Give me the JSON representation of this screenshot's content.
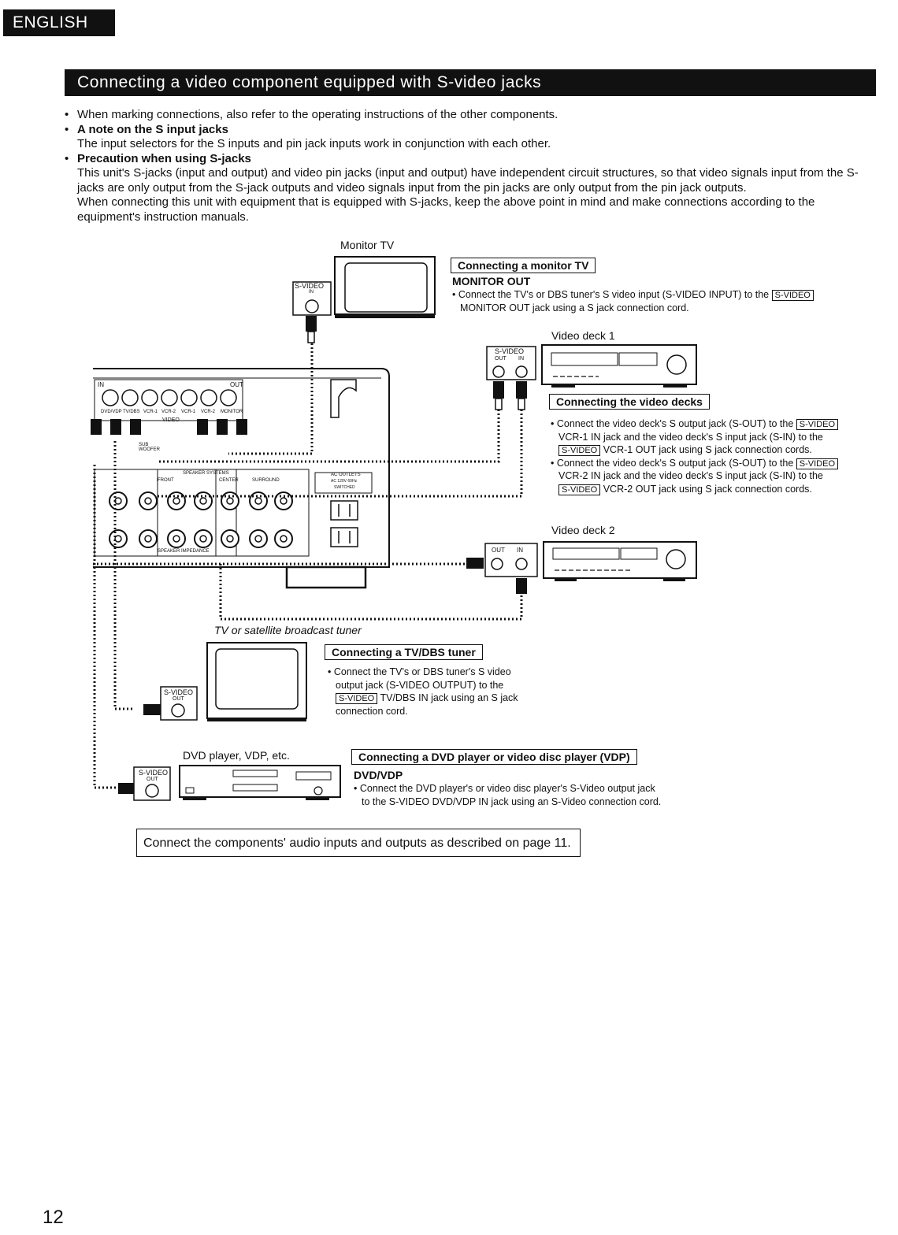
{
  "language_tab": "ENGLISH",
  "section_title": "Connecting a video component equipped with S-video jacks",
  "intro": {
    "bullet1": "When marking connections, also refer to the operating instructions of the other components.",
    "bullet2_head": "A note on the S input jacks",
    "bullet2_text": "The input selectors for the S inputs and pin jack inputs work in conjunction with each other.",
    "bullet3_head": "Precaution when using S-jacks",
    "bullet3_text1": "This unit's S-jacks (input and output) and video pin jacks (input and output) have independent circuit structures, so that video signals input from the S-jacks are only output from the S-jack outputs and video signals input from the pin jacks are only output from the pin jack outputs.",
    "bullet3_text2": "When connecting this unit with equipment that is equipped with S-jacks, keep the above point in mind and make connections according to the equipment's instruction manuals."
  },
  "monitor": {
    "device_label": "Monitor TV",
    "jack_tag": "S-VIDEO",
    "jack_sub": "IN",
    "box_title": "Connecting a monitor TV",
    "heading": "MONITOR OUT",
    "text_a": "• Connect the TV's or DBS tuner's S video input (S-VIDEO INPUT) to the",
    "tag": "S-VIDEO",
    "text_b": "MONITOR OUT jack using a S jack connection cord."
  },
  "deck1": {
    "device_label": "Video deck 1",
    "jack_tag": "S-VIDEO",
    "jack_out": "OUT",
    "jack_in": "IN"
  },
  "decks": {
    "box_title": "Connecting the video decks",
    "b1_a": "• Connect the video deck's S output jack (S-OUT) to the",
    "tag": "S-VIDEO",
    "b1_b": "VCR-1 IN jack and the video deck's S input jack (S-IN) to the",
    "b1_c": "VCR-1 OUT jack using S jack connection cords.",
    "b2_a": "• Connect the video deck's S output jack (S-OUT) to the",
    "b2_b": "VCR-2 IN jack and the video deck's S input jack (S-IN) to the",
    "b2_c": "VCR-2 OUT jack using S jack connection cords."
  },
  "deck2": {
    "device_label": "Video deck 2",
    "jack_out": "OUT",
    "jack_in": "IN"
  },
  "tuner": {
    "device_label": "TV or satellite broadcast tuner",
    "jack_tag": "S-VIDEO",
    "jack_sub": "OUT",
    "box_title": "Connecting a TV/DBS tuner",
    "text_a": "• Connect the TV's or DBS tuner's S video",
    "text_b": "output jack (S-VIDEO OUTPUT) to the",
    "tag": "S-VIDEO",
    "text_c": "TV/DBS IN jack using an S jack",
    "text_d": "connection cord."
  },
  "dvd": {
    "device_label": "DVD player, VDP, etc.",
    "jack_tag": "S-VIDEO",
    "jack_sub": "OUT",
    "box_title": "Connecting a DVD player or video disc player (VDP)",
    "heading": "DVD/VDP",
    "text_a": "• Connect the DVD player's or video disc player's S-Video output jack",
    "text_b": "to the S-VIDEO DVD/VDP IN jack using an S-Video connection cord."
  },
  "receiver": {
    "in_label": "IN",
    "out_label": "OUT",
    "jack_labels": [
      "DVD/VDP",
      "TV/DBS",
      "VCR-1",
      "VCR-2",
      "VCR-1",
      "VCR-2",
      "MONITOR"
    ],
    "video_label": "VIDEO",
    "speaker_label": "SPEAKER SYSTEMS",
    "front_label": "FRONT",
    "center_label": "CENTER",
    "surround_label": "SURROUND",
    "ac_label": "AC OUTLETS",
    "ac_sub": "AC 120V 60Hz",
    "switched_label": "SWITCHED",
    "sub_label": "SUB WOOFER",
    "imp_label": "SPEAKER IMPEDANCE"
  },
  "note_box": "Connect the components' audio inputs and outputs as described on page 11.",
  "page_number": "12"
}
